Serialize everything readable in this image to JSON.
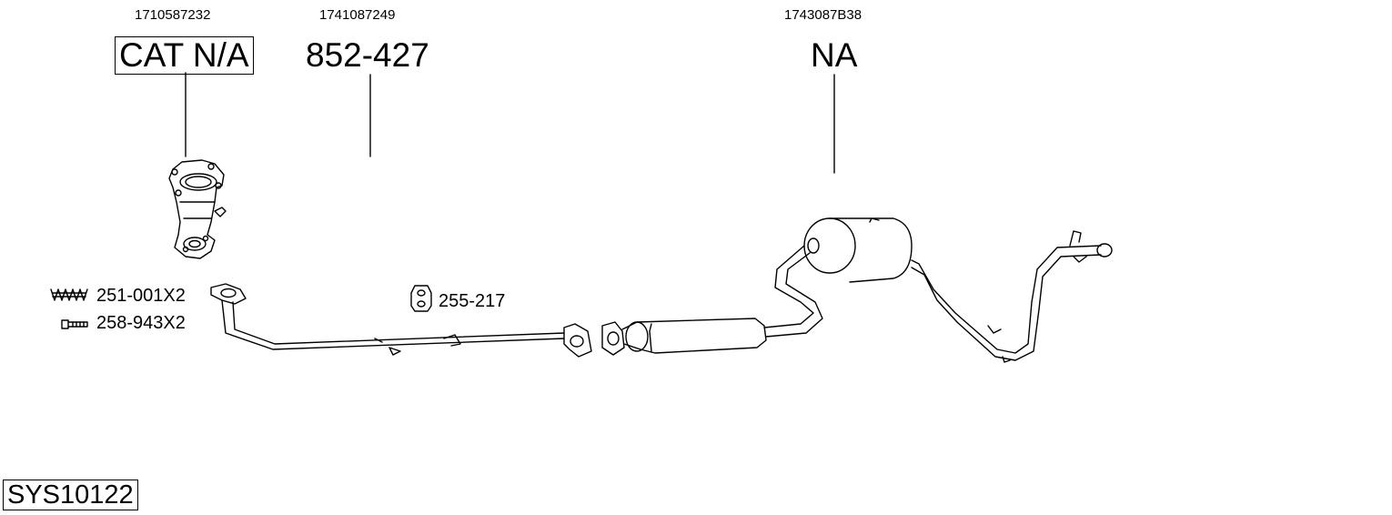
{
  "parts": [
    {
      "oem": "1710587232",
      "code": "CAT N/A"
    },
    {
      "oem": "1741087249",
      "code": "852-427"
    },
    {
      "oem": "1743087B38",
      "code": "NA"
    }
  ],
  "accessories": [
    {
      "code": "251-001X2",
      "icon": "spring-icon"
    },
    {
      "code": "258-943X2",
      "icon": "bolt-icon"
    },
    {
      "code": "255-217",
      "icon": "rubber-hanger-icon"
    }
  ],
  "system_code": "SYS10122"
}
